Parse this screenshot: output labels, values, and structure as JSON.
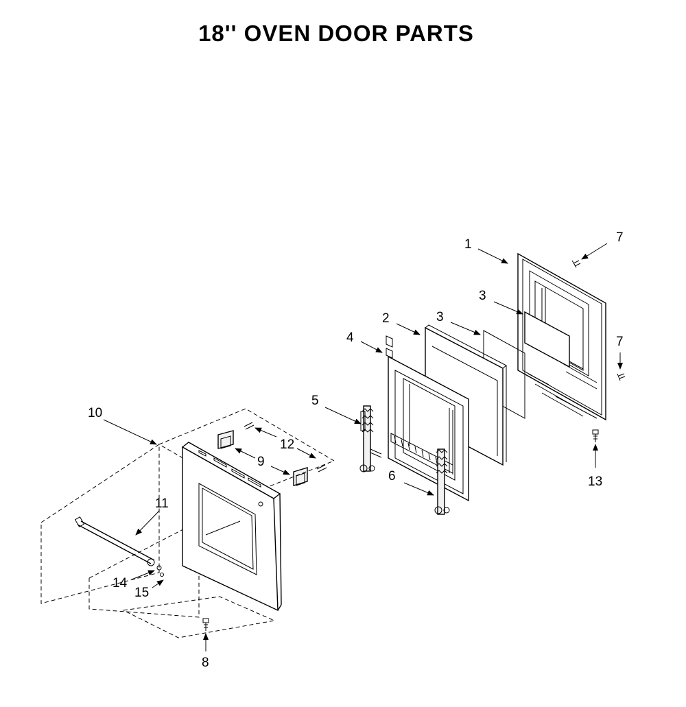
{
  "title": "18'' OVEN DOOR PARTS",
  "callouts": {
    "c1": "1",
    "c2": "2",
    "c3a": "3",
    "c3b": "3",
    "c4": "4",
    "c5": "5",
    "c6": "6",
    "c7a": "7",
    "c7b": "7",
    "c8": "8",
    "c9": "9",
    "c10": "10",
    "c11": "11",
    "c12": "12",
    "c13": "13",
    "c14": "14",
    "c15": "15"
  }
}
